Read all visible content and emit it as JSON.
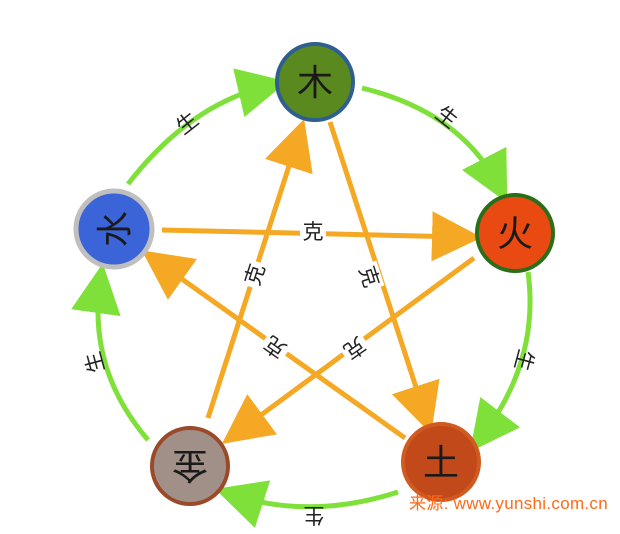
{
  "elements": {
    "wood": {
      "seal_glyph": "木",
      "fill": "#5a8a1f",
      "ring": "#2f5f8f"
    },
    "fire": {
      "seal_glyph": "火",
      "fill": "#e84a12",
      "ring": "#2a6e1a"
    },
    "earth": {
      "seal_glyph": "土",
      "fill": "#c24a1a",
      "ring": "#d05a1f"
    },
    "metal": {
      "seal_glyph": "金",
      "fill": "#a09088",
      "ring": "#9a4a28"
    },
    "water": {
      "seal_glyph": "水",
      "fill": "#3a64d8",
      "ring": "#bfbfbf"
    }
  },
  "labels": {
    "generate": "生",
    "overcome": "克"
  },
  "colors": {
    "generate_arrow": "#7fe03a",
    "overcome_arrow": "#f4a824"
  },
  "watermark": {
    "text": "来源: www.yunshi.com.cn"
  }
}
